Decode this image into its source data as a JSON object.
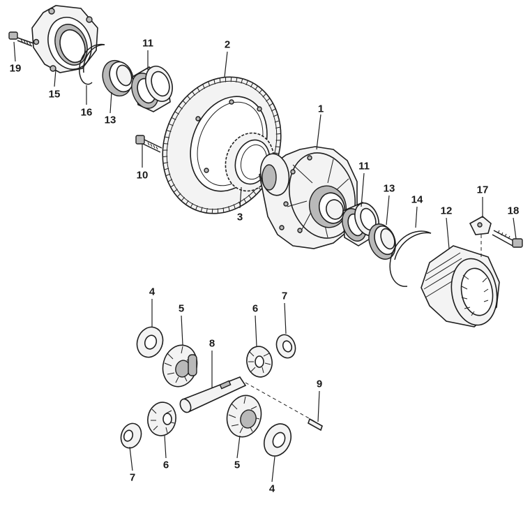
{
  "parts": [
    {
      "id": "p1",
      "number": "1"
    },
    {
      "id": "p2",
      "number": "2"
    },
    {
      "id": "p3",
      "number": "3"
    },
    {
      "id": "p4a",
      "number": "4"
    },
    {
      "id": "p4b",
      "number": "4"
    },
    {
      "id": "p5a",
      "number": "5"
    },
    {
      "id": "p5b",
      "number": "5"
    },
    {
      "id": "p6a",
      "number": "6"
    },
    {
      "id": "p6b",
      "number": "6"
    },
    {
      "id": "p7a",
      "number": "7"
    },
    {
      "id": "p7b",
      "number": "7"
    },
    {
      "id": "p8",
      "number": "8"
    },
    {
      "id": "p9",
      "number": "9"
    },
    {
      "id": "p10",
      "number": "10"
    },
    {
      "id": "p11a",
      "number": "11"
    },
    {
      "id": "p11b",
      "number": "11"
    },
    {
      "id": "p12",
      "number": "12"
    },
    {
      "id": "p13a",
      "number": "13"
    },
    {
      "id": "p13b",
      "number": "13"
    },
    {
      "id": "p14",
      "number": "14"
    },
    {
      "id": "p15",
      "number": "15"
    },
    {
      "id": "p16",
      "number": "16"
    },
    {
      "id": "p17",
      "number": "17"
    },
    {
      "id": "p18",
      "number": "18"
    },
    {
      "id": "p19",
      "number": "19"
    }
  ]
}
